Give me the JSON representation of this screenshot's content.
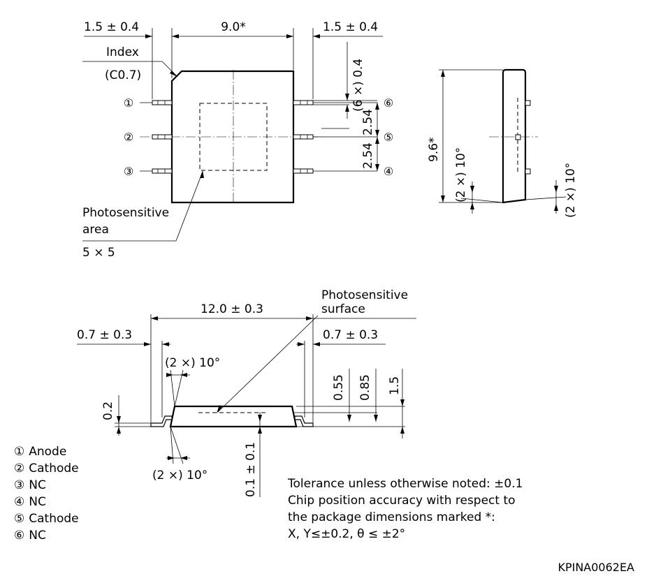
{
  "top_view": {
    "dim_left": "1.5 ± 0.4",
    "dim_width": "9.0*",
    "dim_right": "1.5 ± 0.4",
    "lead_width": "(6 ×) 0.4",
    "pitch_1": "2.54",
    "pitch_2": "2.54",
    "index_label": "Index",
    "chamfer_label": "(C0.7)",
    "pin_numbers": [
      "①",
      "②",
      "③",
      "④",
      "⑤",
      "⑥"
    ],
    "photo_area_label_1": "Photosensitive",
    "photo_area_label_2": "area",
    "photo_area_size": "5 × 5"
  },
  "side_view_right": {
    "dim_height": "9.6*",
    "angle_left": "(2 ×) 10°",
    "angle_right": "(2 ×) 10°"
  },
  "side_view_bottom": {
    "dim_length": "12.0 ± 0.3",
    "dim_left_lead": "0.7 ± 0.3",
    "dim_right_lead": "0.7 ± 0.3",
    "surface_label_1": "Photosensitive",
    "surface_label_2": "surface",
    "angle_top": "(2 ×) 10°",
    "angle_bottom": "(2 ×) 10°",
    "dim_lead_thickness": "0.2",
    "dim_0_55": "0.55",
    "dim_0_85": "0.85",
    "dim_1_5": "1.5",
    "dim_standoff": "0.1 ± 0.1"
  },
  "pin_legend": [
    {
      "num": "①",
      "name": "Anode"
    },
    {
      "num": "②",
      "name": "Cathode"
    },
    {
      "num": "③",
      "name": "NC"
    },
    {
      "num": "④",
      "name": "NC"
    },
    {
      "num": "⑤",
      "name": "Cathode"
    },
    {
      "num": "⑥",
      "name": "NC"
    }
  ],
  "notes": {
    "line1": "Tolerance unless otherwise noted: ±0.1",
    "line2": "Chip position accuracy with respect to",
    "line3": "the package dimensions marked *:",
    "line4": "X, Y≤±0.2, θ ≤ ±2°"
  },
  "drawing_code": "KPINA0062EA"
}
